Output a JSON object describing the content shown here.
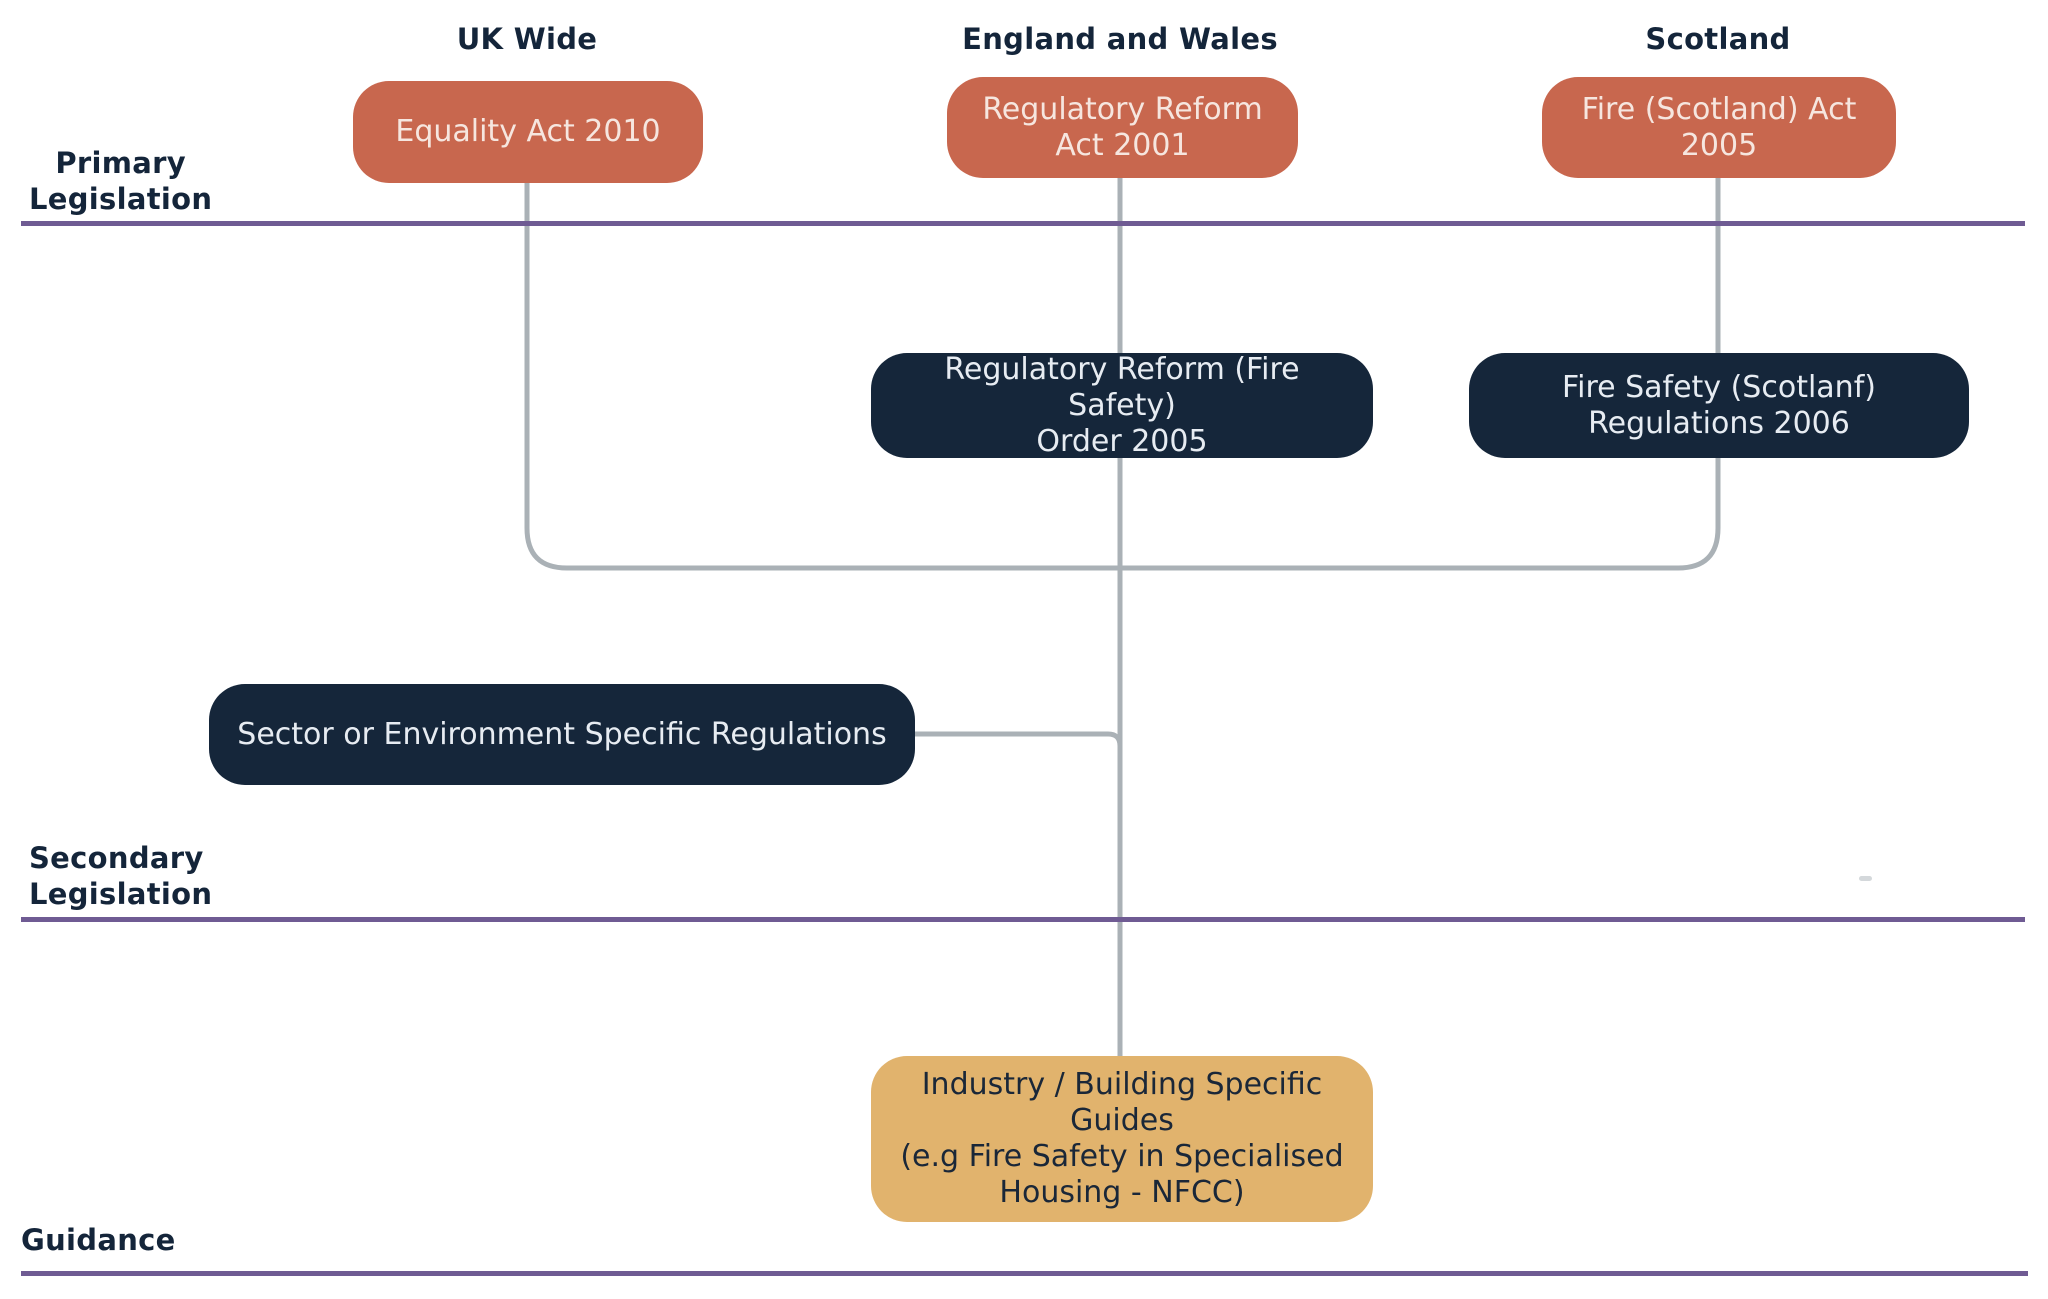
{
  "columns": {
    "uk_wide": "UK Wide",
    "england_wales": "England and Wales",
    "scotland": "Scotland"
  },
  "rows": {
    "primary": "Primary\nLegislation",
    "secondary": "Secondary\nLegislation",
    "guidance": "Guidance"
  },
  "nodes": {
    "equality_act": "Equality Act 2010",
    "regulatory_reform_act": "Regulatory Reform\nAct 2001",
    "fire_scotland_act": "Fire (Scotland) Act\n2005",
    "regulatory_reform_order": "Regulatory Reform (Fire Safety)\nOrder 2005",
    "fire_safety_scotland_regs": "Fire Safety (Scotlanf)\nRegulations 2006",
    "sector_regulations": "Sector or Environment Specific Regulations",
    "industry_guides": "Industry / Building Specific\nGuides\n(e.g Fire Safety in Specialised\nHousing - NFCC)"
  },
  "colors": {
    "primary_box": "#c8674e",
    "secondary_box": "#15263a",
    "guidance_box": "#e1b36d",
    "divider": "#6f5b93",
    "connector": "#aab1b6",
    "heading_text": "#14253a"
  }
}
